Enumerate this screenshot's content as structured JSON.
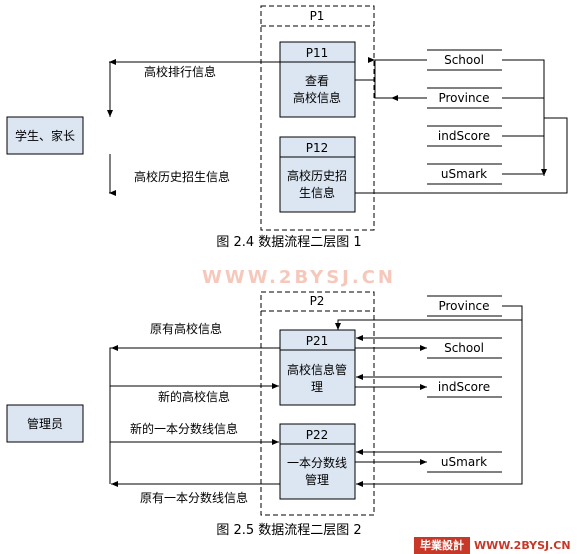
{
  "diagram1": {
    "caption": "图 2.4 数据流程二层图 1",
    "parent_process": "P1",
    "external_entity": "学生、家长",
    "processes": [
      {
        "id": "P11",
        "name_line1": "查看",
        "name_line2": "高校信息"
      },
      {
        "id": "P12",
        "name_line1": "高校历史招",
        "name_line2": "生信息"
      }
    ],
    "data_stores": [
      "School",
      "Province",
      "indScore",
      "uSmark"
    ],
    "flows": [
      "高校排行信息",
      "高校历史招生信息"
    ]
  },
  "watermark": "WWW.2BYSJ.CN",
  "diagram2": {
    "caption": "图 2.5 数据流程二层图 2",
    "parent_process": "P2",
    "external_entity": "管理员",
    "processes": [
      {
        "id": "P21",
        "name_line1": "高校信息管",
        "name_line2": "理"
      },
      {
        "id": "P22",
        "name_line1": "一本分数线",
        "name_line2": "管理"
      }
    ],
    "data_stores": [
      "Province",
      "School",
      "indScore",
      "uSmark"
    ],
    "flows": [
      "原有高校信息",
      "新的高校信息",
      "新的一本分数线信息",
      "原有一本分数线信息"
    ]
  },
  "logo": {
    "badge": "毕業設計",
    "url": "WWW.2BYSJ.CN"
  }
}
